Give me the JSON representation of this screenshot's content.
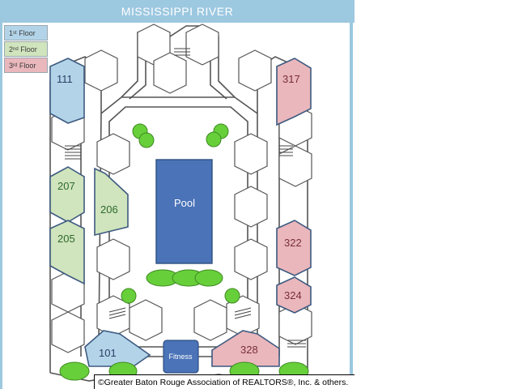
{
  "header": {
    "title": "MISSISSIPPI RIVER"
  },
  "legend": [
    {
      "num": "1",
      "suffix": "st",
      "word": "Floor",
      "color": "#b3d4e8"
    },
    {
      "num": "2",
      "suffix": "nd",
      "word": "Floor",
      "color": "#d0e4bd"
    },
    {
      "num": "3",
      "suffix": "rd",
      "word": "Floor",
      "color": "#e9b7bc"
    }
  ],
  "units": {
    "u111": "111",
    "u317": "317",
    "u207": "207",
    "u206": "206",
    "u205": "205",
    "u322": "322",
    "u324": "324",
    "u101": "101",
    "u328": "328"
  },
  "amenities": {
    "pool": "Pool",
    "fitness": "Fitness"
  },
  "colors": {
    "pool": "#4a73b8",
    "greenery": "#67cf3a",
    "plan_line": "#555555"
  },
  "footer": {
    "copyright": "©Greater Baton Rouge Association of REALTORS®, Inc. & others."
  }
}
